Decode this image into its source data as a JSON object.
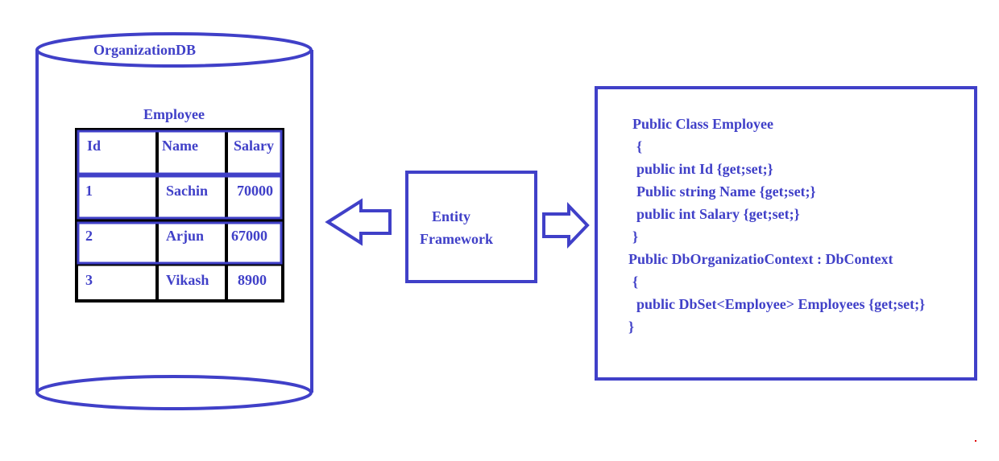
{
  "database": {
    "name": "OrganizationDB"
  },
  "table": {
    "name": "Employee",
    "headers": [
      "Id",
      "Name",
      "Salary"
    ],
    "rows": [
      [
        "1",
        "Sachin",
        "70000"
      ],
      [
        "2",
        "Arjun",
        "67000"
      ],
      [
        "3",
        "Vikash",
        "8900"
      ]
    ]
  },
  "middle": {
    "line1": "Entity",
    "line2": "Framework"
  },
  "code": {
    "lines": [
      "Public Class Employee",
      "{",
      "public int Id {get;set;}",
      "Public string Name {get;set;}",
      "public int Salary {get;set;}",
      "}",
      "Public DbOrganizatioContext : DbContext",
      "{",
      "public DbSet<Employee> Employees {get;set;}",
      "}"
    ]
  },
  "colors": {
    "blue": "#4040c8",
    "black": "#000000",
    "red_dot": "#e00000"
  },
  "icons": {
    "left_arrow": "hollow-left-arrow",
    "right_arrow": "hollow-right-arrow",
    "database": "cylinder"
  }
}
